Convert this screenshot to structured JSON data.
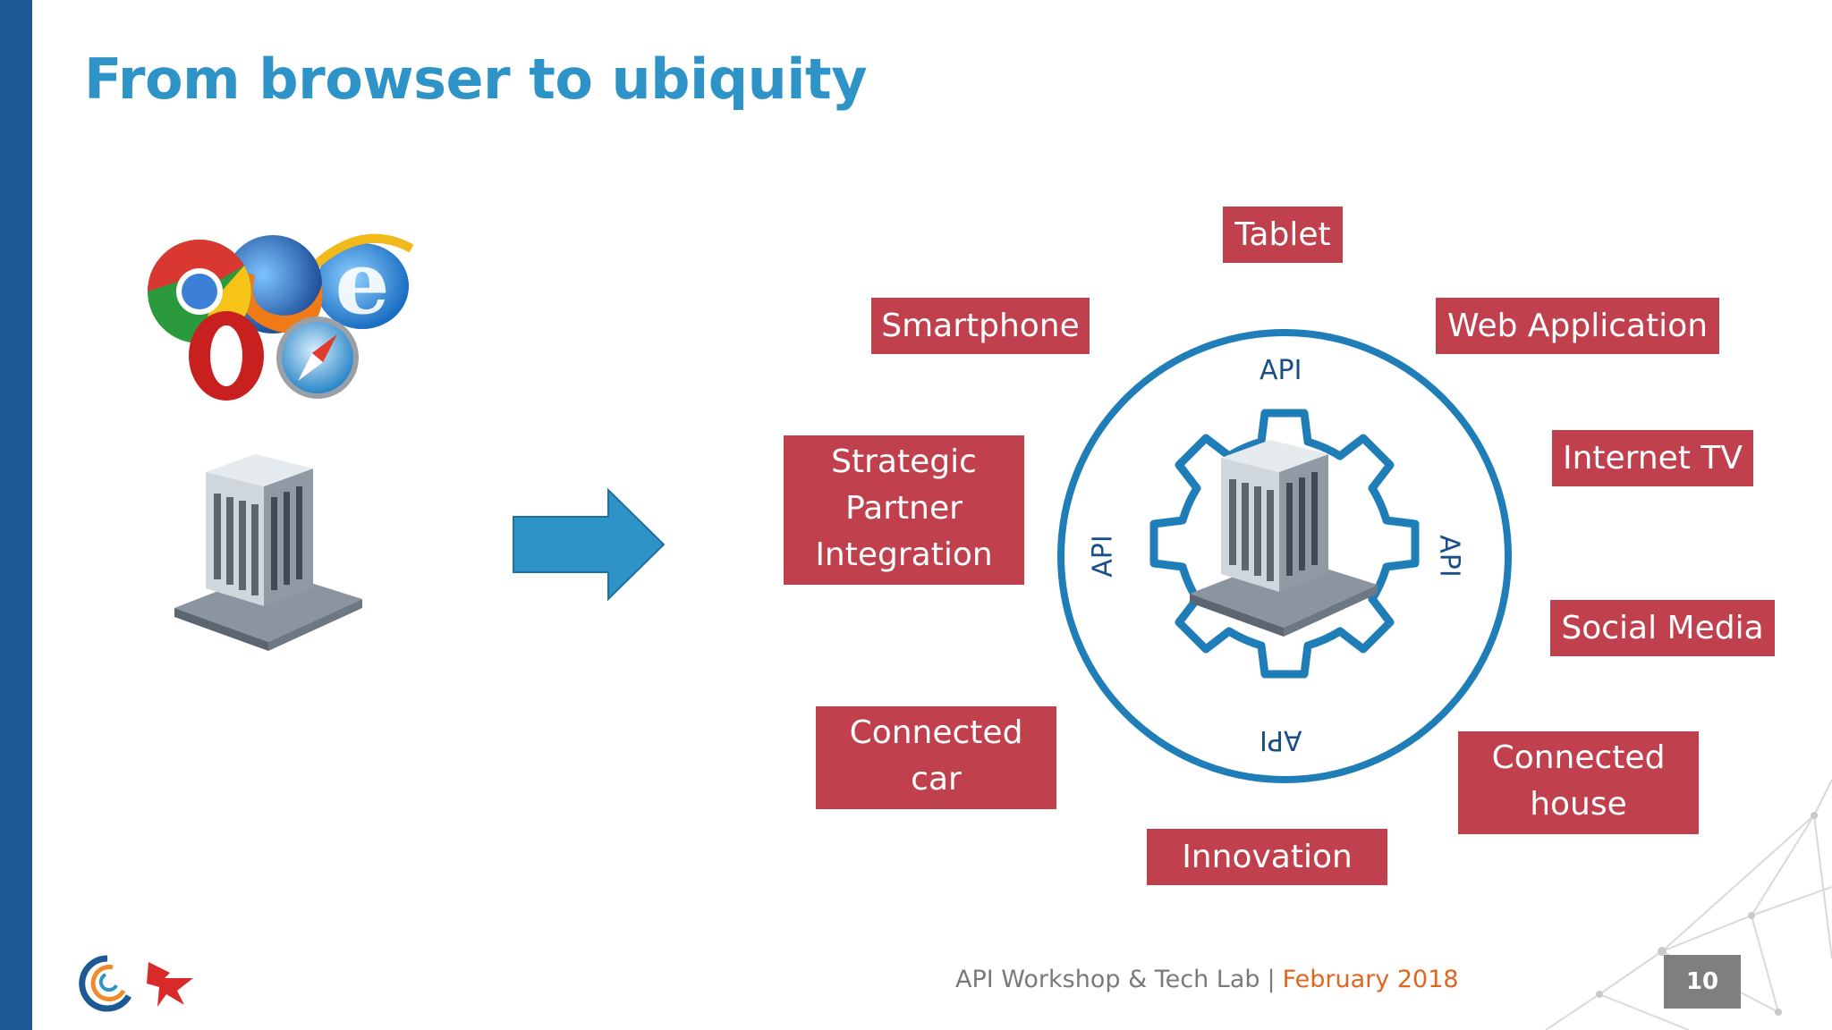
{
  "slide": {
    "title": "From browser to ubiquity",
    "api_labels": {
      "top": "API",
      "bottom": "API",
      "left": "API",
      "right": "API"
    },
    "tags": {
      "tablet": "Tablet",
      "smartphone": "Smartphone",
      "web_application": "Web Application",
      "strategic_partner": [
        "Strategic",
        "Partner",
        "Integration"
      ],
      "internet_tv": "Internet TV",
      "social_media": "Social Media",
      "connected_car": [
        "Connected",
        "car"
      ],
      "connected_house": [
        "Connected",
        "house"
      ],
      "innovation": "Innovation"
    }
  },
  "footer": {
    "event": "API Workshop & Tech Lab",
    "separator": "|",
    "date": "February 2018",
    "page_number": "10"
  },
  "colors": {
    "title": "#2e93c6",
    "left_bar": "#1d5a93",
    "tag_bg": "#c0404d",
    "arrow": "#2e93c6",
    "ring": "#1f7db8",
    "date": "#e0661f",
    "page_badge": "#7f7f7f"
  },
  "icons": [
    "browsers-icon",
    "building-icon",
    "right-arrow-icon",
    "gear-icon",
    "company-logo-icon"
  ]
}
